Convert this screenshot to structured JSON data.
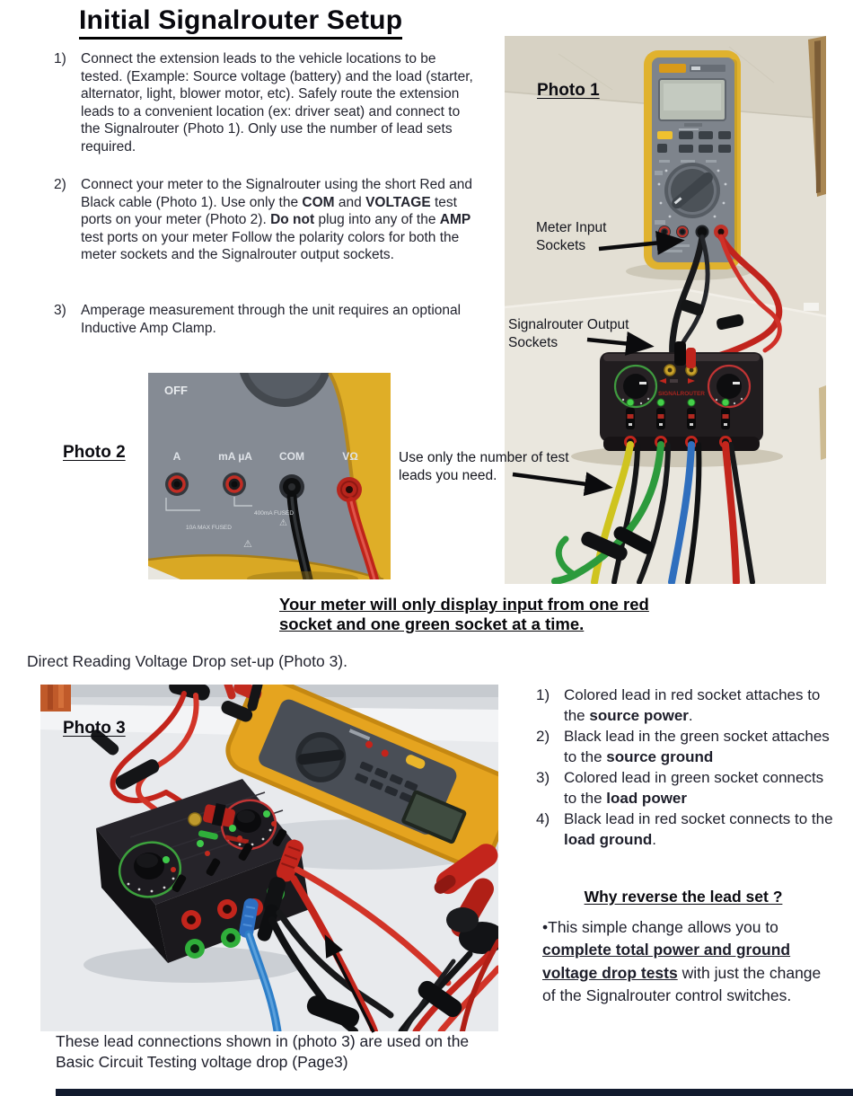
{
  "title": "Initial Signalrouter Setup",
  "steps": {
    "items": [
      {
        "num": "1)",
        "segments": [
          {
            "t": "Connect the extension leads to the vehicle locations to be tested. (Example: Source voltage (battery) and the load (starter, alternator, light, blower motor, etc). Safely route the extension leads to a convenient location (ex: driver seat) and connect to the Signalrouter (Photo 1). Only use the number of lead sets required."
          }
        ]
      },
      {
        "num": "2)",
        "segments": [
          {
            "t": "Connect your meter to the Signalrouter using the short Red and Black cable (Photo 1). Use only the "
          },
          {
            "t": "COM",
            "b": 1
          },
          {
            "t": " and "
          },
          {
            "t": "VOLTAGE",
            "b": 1
          },
          {
            "t": " test ports on your meter (Photo 2). "
          },
          {
            "t": "Do not",
            "b": 1
          },
          {
            "t": " plug into any of the "
          },
          {
            "t": "AMP",
            "b": 1
          },
          {
            "t": " test ports on your meter Follow the polarity colors for both the meter sockets and the Signalrouter output sockets."
          }
        ]
      },
      {
        "num": "3)",
        "segments": [
          {
            "t": "Amperage measurement through the unit requires an optional Inductive Amp Clamp."
          }
        ]
      }
    ]
  },
  "photo1": {
    "caption": "Photo 1",
    "meter_input_label": "Meter Input Sockets",
    "output_label": "Signalrouter Output Sockets",
    "device_brand": "SIGNALROUTER"
  },
  "test_leads_note": "Use only the number of test leads you need.",
  "photo2": {
    "caption": "Photo 2",
    "ports": {
      "off": "OFF",
      "a": "A",
      "ma": "mA µA",
      "com": "COM",
      "vohm": "VΩ"
    },
    "fuse_400": "400mA FUSED",
    "fuse_10": "10A MAX FUSED",
    "warning_icon": "⚠"
  },
  "photo3": {
    "caption": "Photo 3"
  },
  "meter_note": "Your meter will only display input from one red socket and one green socket at a time.",
  "direct_reading": "Direct Reading Voltage Drop set-up (Photo 3).",
  "lead_steps": {
    "items": [
      {
        "num": "1)",
        "segments": [
          {
            "t": "Colored lead in red socket attaches to the "
          },
          {
            "t": "source power",
            "b": 1
          },
          {
            "t": "."
          }
        ]
      },
      {
        "num": "2)",
        "segments": [
          {
            "t": "Black lead in the green socket attaches to the "
          },
          {
            "t": "source ground",
            "b": 1
          }
        ]
      },
      {
        "num": "3)",
        "segments": [
          {
            "t": "Colored lead in green socket connects to the "
          },
          {
            "t": "load power",
            "b": 1
          }
        ]
      },
      {
        "num": "4)",
        "segments": [
          {
            "t": "Black lead in red socket connects to the "
          },
          {
            "t": "load ground",
            "b": 1
          },
          {
            "t": "."
          }
        ]
      }
    ]
  },
  "why": {
    "heading": "Why reverse the lead set ?",
    "para_segments": [
      {
        "t": "•This simple change allows you to "
      },
      {
        "t": "complete total power and ground voltage drop tests",
        "b": 1,
        "u": 1
      },
      {
        "t": " with just the change of the Signalrouter control switches."
      }
    ]
  },
  "bottom_note": "These lead connections shown in (photo 3) are used on the Basic Circuit Testing voltage drop (Page3)",
  "colors": {
    "accent_red": "#c3251c",
    "accent_green": "#2fae3a",
    "meter_yellow": "#e0b22e",
    "bar": "#111a2e"
  }
}
